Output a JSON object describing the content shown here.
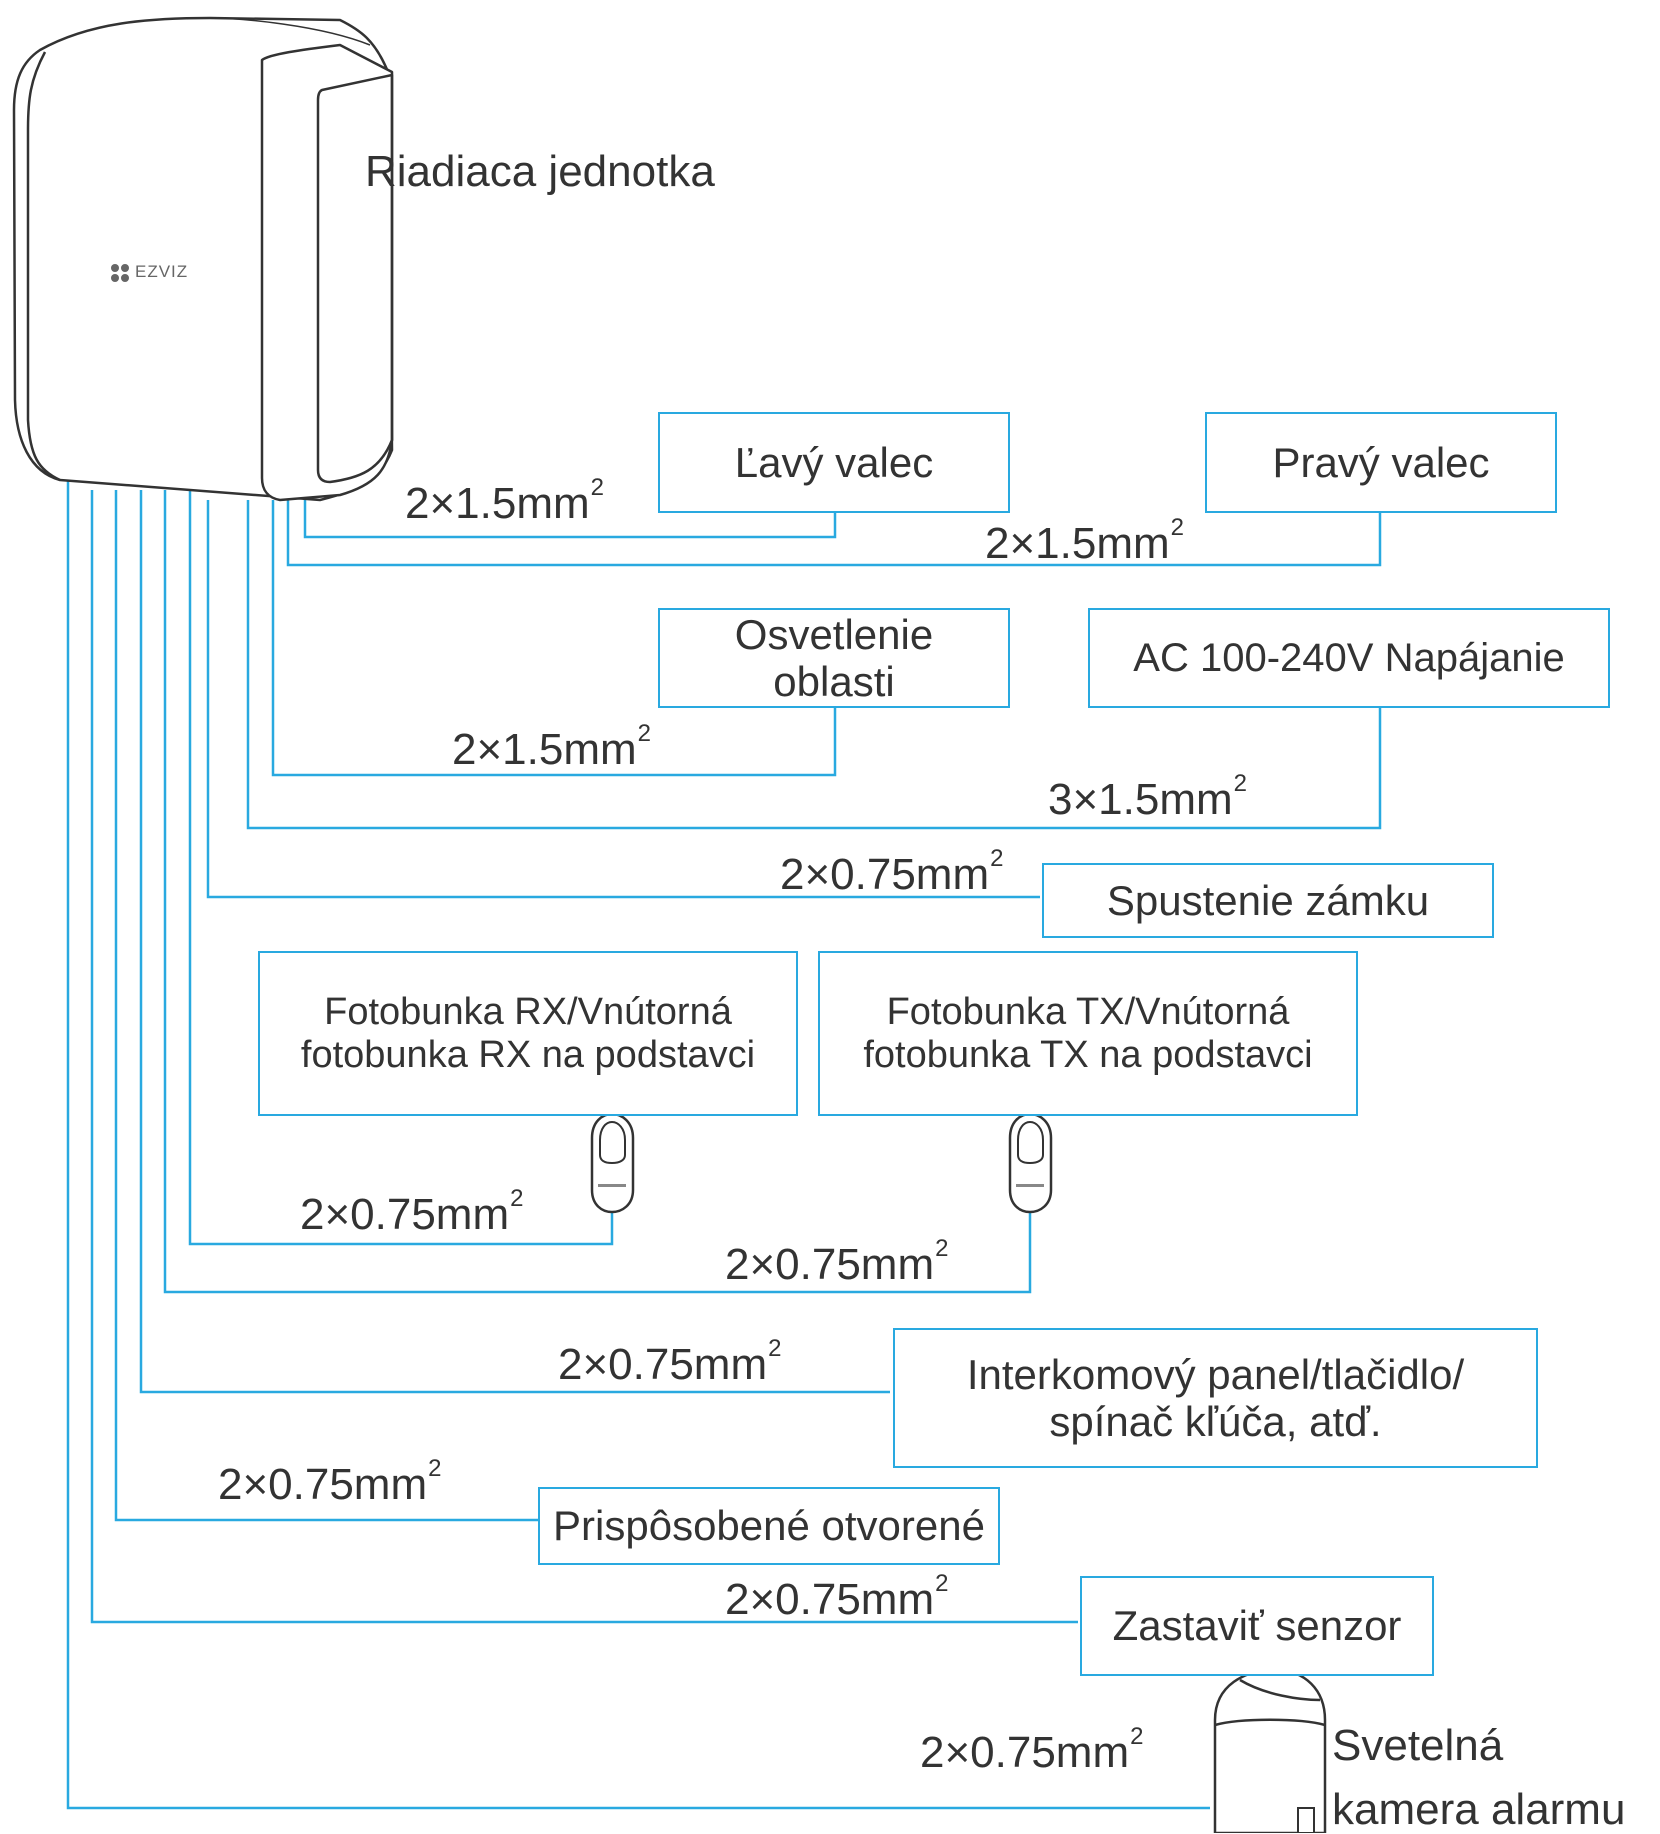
{
  "controller": {
    "label": "Riadiaca jednotka",
    "logo_text": "EZVIZ"
  },
  "boxes": {
    "left_cylinder": "Ľavý valec",
    "right_cylinder": "Pravý valec",
    "area_lighting": "Osvetlenie oblasti",
    "power": "AC 100-240V Napájanie",
    "lock": "Spustenie zámku",
    "photocell_rx": "Fotobunka RX/Vnútorná fotobunka RX na podstavci",
    "photocell_tx": "Fotobunka TX/Vnútorná fotobunka TX na podstavci",
    "intercom": "Interkomový panel/tlačidlo/ spínač kľúča, atď.",
    "custom_open": "Prispôsobené otvorené",
    "stop_sensor": "Zastaviť senzor"
  },
  "alarm_camera": {
    "label_line1": "Svetelná",
    "label_line2": "kamera alarmu"
  },
  "gauges": {
    "left_cylinder": "2×1.5mm",
    "right_cylinder": "2×1.5mm",
    "area_lighting": "2×1.5mm",
    "power": "3×1.5mm",
    "lock": "2×0.75mm",
    "photocell_rx": "2×0.75mm",
    "photocell_tx": "2×0.75mm",
    "intercom": "2×0.75mm",
    "custom_open": "2×0.75mm",
    "stop_sensor": "2×0.75mm",
    "alarm_camera": "2×0.75mm",
    "superscript": "2"
  },
  "colors": {
    "wire": "#29a9e0",
    "outline": "#333333",
    "text": "#333333"
  },
  "icons": {
    "controller": "gate-controller-icon",
    "photocell": "photocell-sensor-icon",
    "camera": "alarm-camera-icon",
    "logo": "ezviz-logo-icon"
  }
}
